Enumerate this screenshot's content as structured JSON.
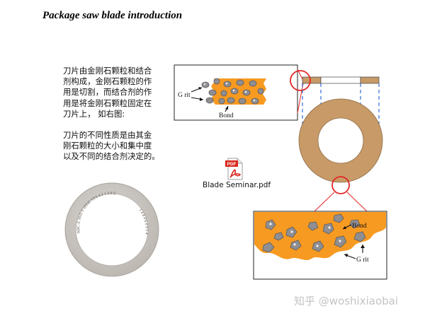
{
  "title": "Package saw blade introduction",
  "text": {
    "para1_lines": [
      "刀片由金刚石颗粒和结合",
      "剂构成，金刚石颗粒的作",
      "用是切割，而结合剂的作",
      "用是将金刚石颗粒固定在",
      "刀片上，  如右图:"
    ],
    "para2_lines": [
      "刀片的不同性质是由其金",
      "刚石颗粒的大小和集中度",
      "以及不同的结合剂决定的。"
    ]
  },
  "attachment": {
    "label": "Blade Seminar.pdf",
    "icon": "pdf-file-icon",
    "badge": "PDF"
  },
  "diagram_labels": {
    "top_grit": "G rit",
    "top_bond": "Bond",
    "bottom_bond": "Bond",
    "bottom_grit": "G rit"
  },
  "blade_photo_text": {
    "top_arc": "NBC-Z 3035 0 10S45 STA 4 2 1 3 0 Z",
    "right_arc": "1 4 8 4 6 0 9 5 4"
  },
  "watermark": "知乎 @woshixiaobai",
  "colors": {
    "bond_orange": "#f79a21",
    "ring_brown": "#c79a68",
    "circle_red": "#e32626",
    "dash_blue": "#1f5fd6",
    "grit_gray": "#8e8e93",
    "pdf_red": "#d8261c"
  }
}
